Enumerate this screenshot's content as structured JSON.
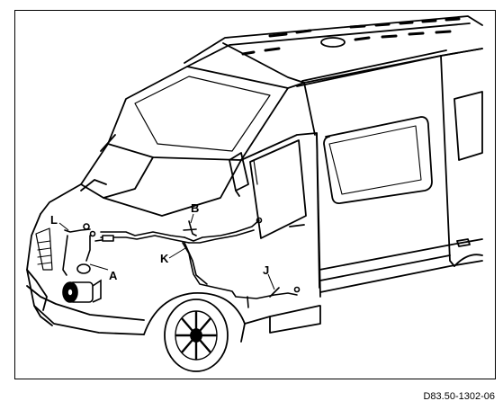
{
  "figure": {
    "callouts": {
      "A": "A",
      "B": "B",
      "J": "J",
      "K": "K",
      "L": "L"
    },
    "figure_code": "D83.50-1302-06"
  }
}
